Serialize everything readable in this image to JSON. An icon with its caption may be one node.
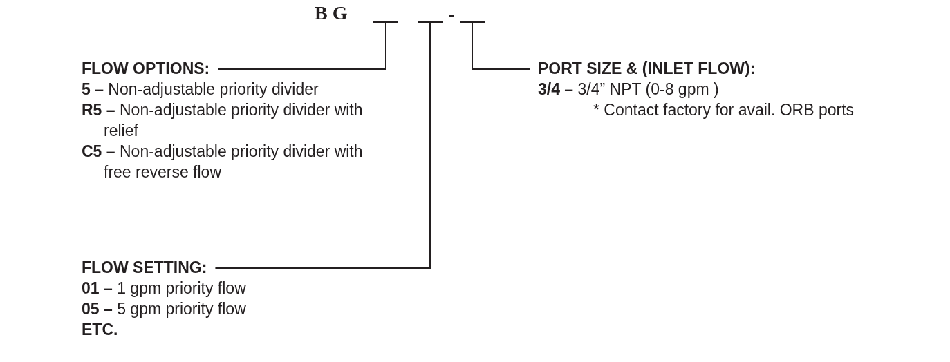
{
  "diagram": {
    "nodes": [
      {
        "text": [],
        "shape": "bar"
      },
      {
        "text": [],
        "shape": "bar"
      },
      {
        "text": [],
        "shape": "bar"
      },
      {
        "text": [
          "FLOW OPTIONS:",
          "**5 –** Non-adjustable priority divider",
          "**R5 –** Non-adjustable priority divider with relief",
          "**C5 –** Non-adjustable priority divider with free reverse flow"
        ]
      },
      {
        "text": [
          "PORT SIZE & (INLET FLOW):",
          "**3/4 –** 3/4” NPT (0-8 gpm )",
          "* Contact factory for avail. ORB ports"
        ]
      },
      {
        "text": [
          "FLOW SETTING:",
          "**01 –** 1 gpm priority flow",
          "**05 –** 5 gpm priority flow",
          "**ETC.**"
        ]
      }
    ],
    "edges": [
      {
        "from": 3,
        "to": 0,
        "arrow": "none"
      },
      {
        "from": 4,
        "to": 2,
        "arrow": "none"
      },
      {
        "from": 5,
        "to": 1,
        "arrow": "none"
      }
    ],
    "labels": [
      "B G",
      "-"
    ]
  }
}
